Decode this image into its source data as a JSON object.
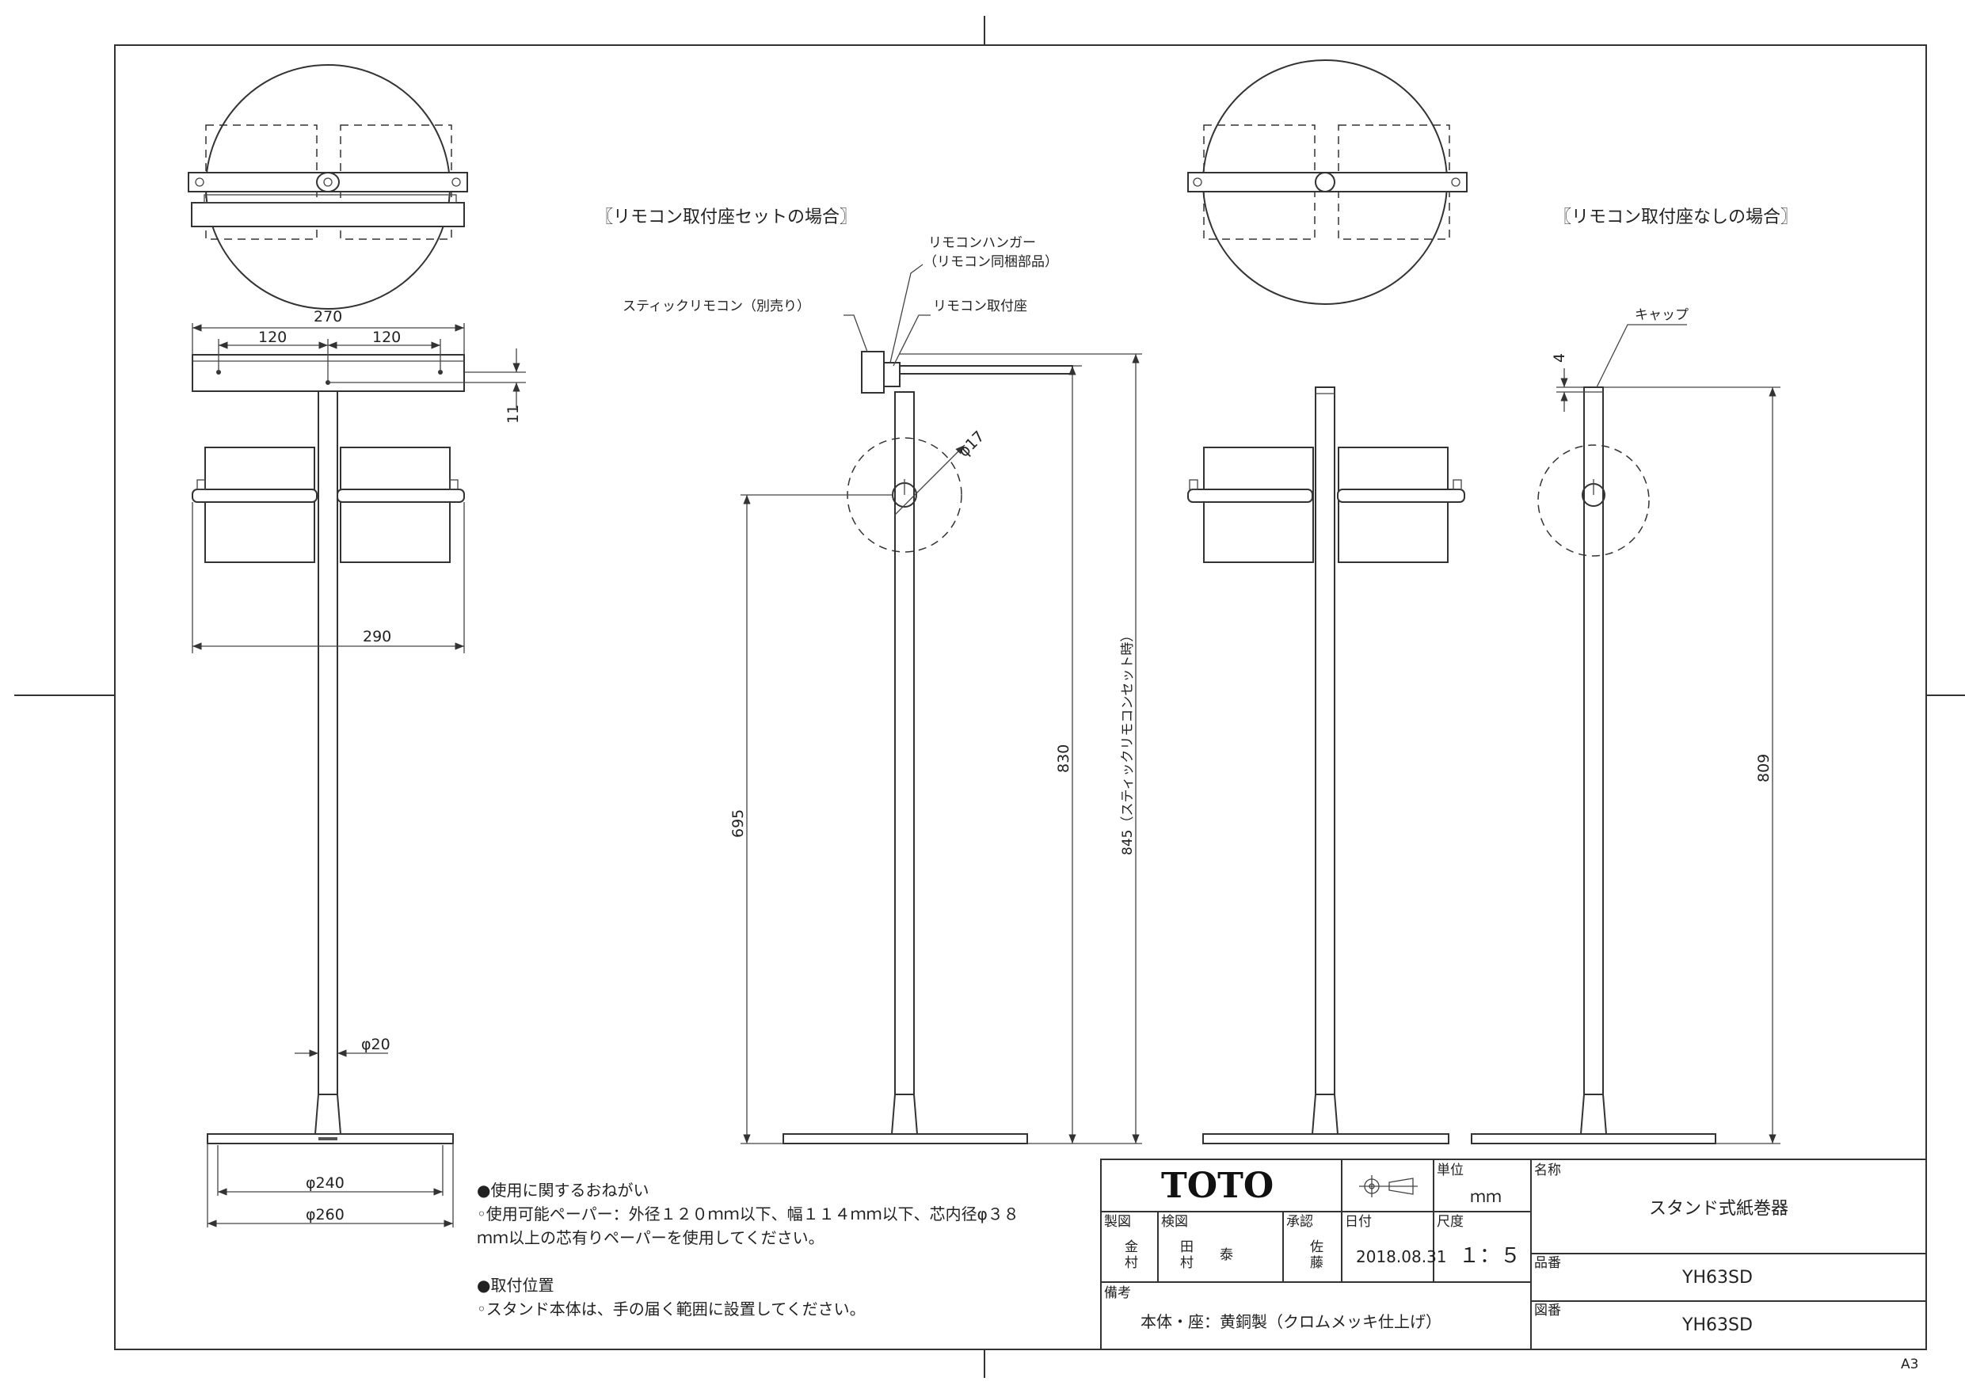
{
  "headings": {
    "with_remote": "〖リモコン取付座セットの場合〗",
    "without_remote": "〖リモコン取付座なしの場合〗"
  },
  "callouts": {
    "remote_hanger": "リモコンハンガー",
    "remote_hanger_note": "（リモコン同梱部品）",
    "stick_remote": "スティックリモコン（別売り）",
    "remote_mount": "リモコン取付座",
    "cap": "キャップ"
  },
  "dimensions": {
    "top_width": "270",
    "pitch_left": "120",
    "pitch_right": "120",
    "seat_height": "11",
    "holder_width": "290",
    "pole_dia": "φ20",
    "base_inner": "φ240",
    "base_outer": "φ260",
    "roll_core": "φ17",
    "paper_height": "695",
    "total_height": "830",
    "height_with_remote": "845（スティックリモコンセット時）",
    "cap_height": "4",
    "height_no_remote": "809"
  },
  "notes": {
    "usage_title": "●使用に関するおねがい",
    "usage_line1": "◦使用可能ペーパー：外径１２０ｍｍ以下、幅１１４ｍｍ以下、芯内径φ３８",
    "usage_line2": "ｍｍ以上の芯有りペーパーを使用してください。",
    "mount_title": "●取付位置",
    "mount_line1": "◦スタンド本体は、手の届く範囲に設置してください。"
  },
  "title_block": {
    "logo": "TOTO",
    "unit_label": "単位",
    "unit_value": "ｍｍ",
    "name_label": "名称",
    "name_value": "スタンド式紙巻器",
    "drawn_label": "製図",
    "drawn_by_1": "金",
    "drawn_by_2": "村",
    "checked_label": "検図",
    "checked_by_1": "田",
    "checked_by_2": "村",
    "checked_by_3": "泰",
    "approved_label": "承認",
    "approved_by_1": "佐",
    "approved_by_2": "藤",
    "date_label": "日付",
    "date_value": "2018.08.31",
    "scale_label": "尺度",
    "scale_value": "１：５",
    "product_label": "品番",
    "product_value": "YH63SD",
    "drawing_label": "図番",
    "drawing_value": "YH63SD",
    "remarks_label": "備考",
    "remarks_value": "本体・座：黄銅製（クロムメッキ仕上げ）",
    "sheet_size": "A3"
  }
}
